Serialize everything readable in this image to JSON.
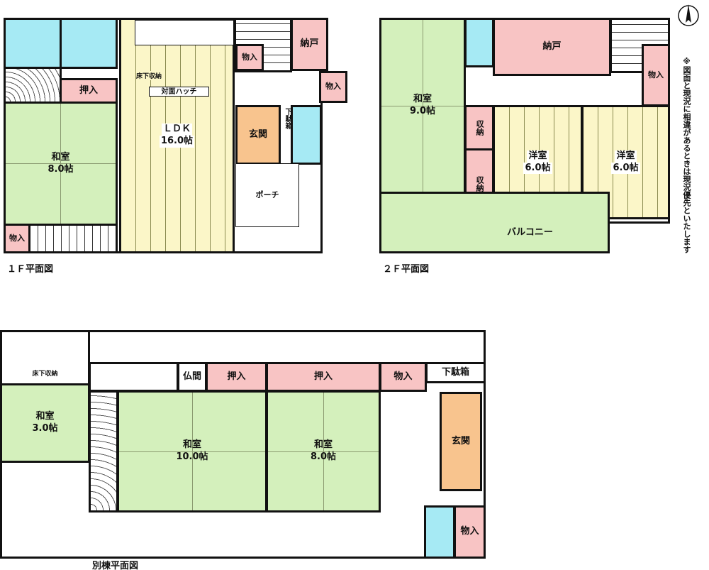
{
  "floor1": {
    "title": "１Ｆ平面図",
    "washitsu": {
      "name": "和室",
      "size": "8.0帖"
    },
    "oshiire": "押入",
    "monoire_a": "物入",
    "monoire_b": "物入",
    "monoire_c": "物入",
    "ldk": {
      "name": "ＬＤＫ",
      "size": "16.0帖"
    },
    "underfloor": "床下収納",
    "hatch": "対面ハッチ",
    "nando": "納戸",
    "genkan": "玄関",
    "getabako": "下駄箱",
    "porch": "ポーチ"
  },
  "floor2": {
    "title": "２Ｆ平面図",
    "washitsu": {
      "name": "和室",
      "size": "9.0帖"
    },
    "nando": "納戸",
    "monoire": "物入",
    "shuno_a": "収納",
    "shuno_b": "収納",
    "yoshitsu_a": {
      "name": "洋室",
      "size": "6.0帖"
    },
    "yoshitsu_b": {
      "name": "洋室",
      "size": "6.0帖"
    },
    "balcony": "バルコニー"
  },
  "annex": {
    "title": "別棟平面図",
    "underfloor": "床下収納",
    "washitsu3": {
      "name": "和室",
      "size": "3.0帖"
    },
    "butsuma": "仏間",
    "oshiire_a": "押入",
    "oshiire_b": "押入",
    "monoire_a": "物入",
    "monoire_b": "物入",
    "getabako": "下駄箱",
    "genkan": "玄関",
    "washitsu10": {
      "name": "和室",
      "size": "10.0帖"
    },
    "washitsu8": {
      "name": "和室",
      "size": "8.0帖"
    }
  },
  "note": "※図面と現況に相違があるときは現況優先といたします",
  "north_icon": "north-arrow-icon",
  "colors": {
    "tatami": "#d4f0bc",
    "flooring": "#fbf6c8",
    "storage": "#f8c4c4",
    "water": "#a6eaf4",
    "entrance": "#f8c48e"
  }
}
